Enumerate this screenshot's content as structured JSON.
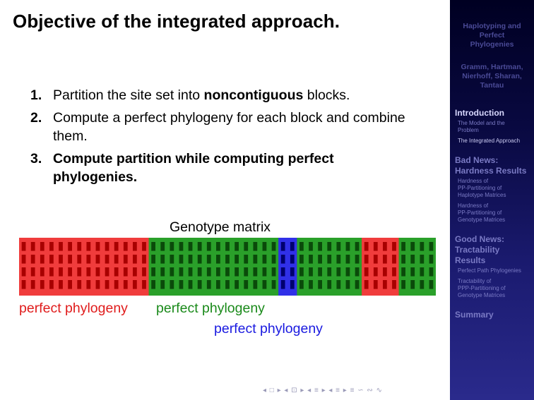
{
  "slide": {
    "title": "Objective of the integrated approach.",
    "items": [
      {
        "num": "1.",
        "parts": [
          {
            "text": "Partition the site set into ",
            "bold": false
          },
          {
            "text": "noncontiguous",
            "bold": true
          },
          {
            "text": " blocks.",
            "bold": false
          }
        ]
      },
      {
        "num": "2.",
        "parts": [
          {
            "text": "Compute a perfect phylogeny for each block and combine them.",
            "bold": false
          }
        ]
      },
      {
        "num": "3.",
        "parts": [
          {
            "text": "Compute partition while computing perfect phylogenies.",
            "bold": true
          }
        ]
      }
    ],
    "matrix_caption": "Genotype matrix",
    "labels": {
      "red": "perfect phylogeny",
      "green": "perfect phylogeny",
      "blue": "perfect phylogeny"
    },
    "matrix": {
      "rows": 4,
      "blocks": [
        {
          "color": "red",
          "cols": 14
        },
        {
          "color": "green",
          "cols": 14
        },
        {
          "color": "blue",
          "cols": 2
        },
        {
          "color": "green",
          "cols": 7
        },
        {
          "color": "red",
          "cols": 4
        },
        {
          "color": "green",
          "cols": 4
        }
      ],
      "colors": {
        "red": {
          "bg": "#f03c3c",
          "cell": "#a80000"
        },
        "green": {
          "bg": "#2aa02a",
          "cell": "#0a4a0a"
        },
        "blue": {
          "bg": "#3030e8",
          "cell": "#00006e"
        }
      }
    },
    "nav_symbols": "◂ □ ▸ ◂ ⊡ ▸ ◂ ≡ ▸ ◂ ≡ ▸ ≡ ∽ ∾ ∿"
  },
  "sidebar": {
    "title_lines": [
      "Haplotyping and",
      "Perfect",
      "Phylogenies"
    ],
    "authors_lines": [
      "Gramm, Hartman,",
      "Nierhoff, Sharan,",
      "Tantau"
    ],
    "sections": [
      {
        "title_lines": [
          "Introduction"
        ],
        "current": true,
        "subs": [
          {
            "lines": [
              "The Model and the",
              "Problem"
            ],
            "current": false
          },
          {
            "lines": [
              "The Integrated Approach"
            ],
            "current": true
          }
        ]
      },
      {
        "title_lines": [
          "Bad News:",
          "Hardness Results"
        ],
        "current": false,
        "subs": [
          {
            "lines": [
              "Hardness of",
              "PP-Partitioning of",
              "Haplotype Matrices"
            ],
            "current": false
          },
          {
            "lines": [
              "Hardness of",
              "PP-Partitioning of",
              "Genotype Matrices"
            ],
            "current": false
          }
        ]
      },
      {
        "title_lines": [
          "Good News:",
          "Tractability",
          "Results"
        ],
        "current": false,
        "subs": [
          {
            "lines": [
              "Perfect Path Phylogenies"
            ],
            "current": false
          },
          {
            "lines": [
              "Tractability of",
              "PPP-Partitioning of",
              "Genotype Matrices"
            ],
            "current": false
          }
        ]
      },
      {
        "title_lines": [
          "Summary"
        ],
        "current": false,
        "subs": []
      }
    ]
  }
}
